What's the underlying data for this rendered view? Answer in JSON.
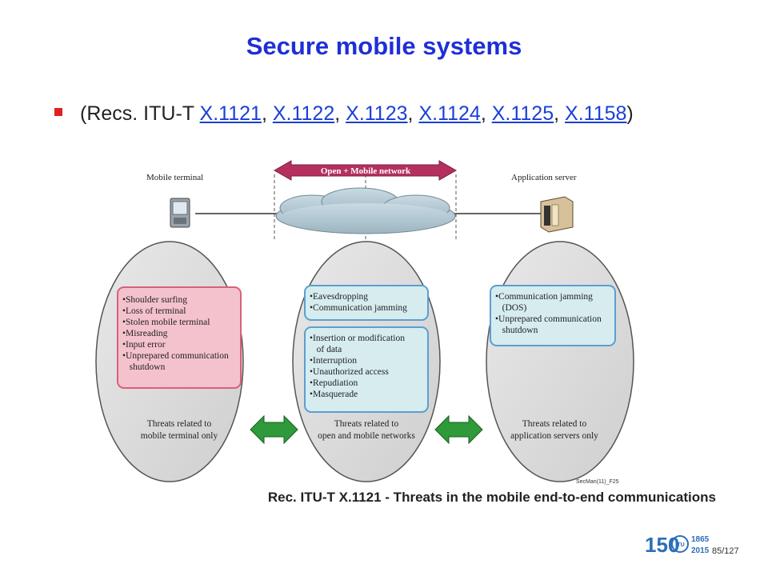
{
  "slide": {
    "title": "Secure mobile systems",
    "bullet": {
      "prefix": "(Recs. ITU-T ",
      "links": [
        "X.1121",
        "X.1122",
        "X.1123",
        "X.1124",
        "X.1125",
        "X.1158"
      ],
      "separator": ", ",
      "suffix": ")"
    },
    "caption": "Rec. ITU-T X.1121 - Threats in the mobile end-to-end communications",
    "page_number": "85/127",
    "logo": {
      "text_150": "150",
      "year_top": "1865",
      "year_bottom": "2015",
      "seal": "ITU"
    }
  },
  "diagram": {
    "network_arrow_label": "Open + Mobile network",
    "mobile_terminal_label": "Mobile terminal",
    "application_server_label": "Application server",
    "figure_id": "SecMan(11)_F25",
    "left_threats": [
      "•Shoulder surfing",
      "•Loss of terminal",
      "•Stolen mobile terminal",
      "•Misreading",
      "•Input error",
      "•Unprepared communication",
      "   shutdown"
    ],
    "center_top_threats": [
      "•Eavesdropping",
      "•Communication jamming"
    ],
    "center_bottom_threats": [
      "•Insertion or modification",
      "   of data",
      "•Interruption",
      "•Unauthorized access",
      "•Repudiation",
      "•Masquerade"
    ],
    "right_threats": [
      "•Communication jamming",
      "   (DOS)",
      "•Unprepared communication",
      "   shutdown"
    ],
    "left_footer": [
      "Threats related to",
      "mobile terminal only"
    ],
    "center_footer": [
      "Threats related to",
      "open and mobile networks"
    ],
    "right_footer": [
      "Threats related to",
      "application servers only"
    ],
    "colors": {
      "title": "#1f2fd6",
      "link": "#1a3fd6",
      "bullet": "#e02020",
      "network_arrow": "#b5305f",
      "oval_fill": "#d9d9d9",
      "left_box_fill": "#f4c2cd",
      "left_box_border": "#d9607a",
      "blue_box_fill": "#d6ecef",
      "blue_box_border": "#5b9fcf",
      "green_arrow": "#2e9a3a"
    }
  }
}
